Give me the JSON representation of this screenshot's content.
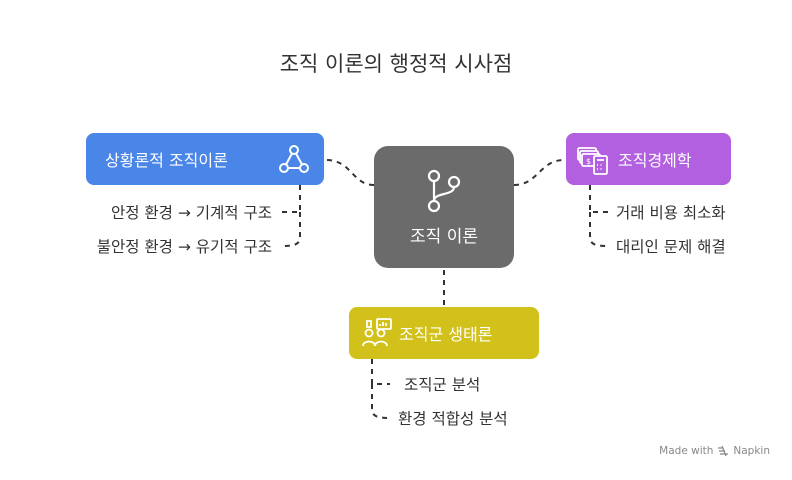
{
  "title": "조직 이론의 행정적 시사점",
  "center": {
    "label": "조직 이론",
    "icon": "branch-icon"
  },
  "branches": {
    "contingency": {
      "label": "상황론적 조직이론",
      "icon": "network-nodes-icon",
      "color": "#4a86e8",
      "items": [
        "안정 환경 → 기계적 구조",
        "불안정 환경 → 유기적 구조"
      ]
    },
    "economics": {
      "label": "조직경제학",
      "icon": "money-calculator-icon",
      "color": "#b25fe0",
      "items": [
        "거래 비용 최소화",
        "대리인 문제 해결"
      ]
    },
    "ecology": {
      "label": "조직군 생태론",
      "icon": "people-chart-icon",
      "color": "#d2c11a",
      "items": [
        "조직군 분석",
        "환경 적합성 분석"
      ]
    }
  },
  "watermark": {
    "prefix": "Made with",
    "brand": "Napkin"
  }
}
